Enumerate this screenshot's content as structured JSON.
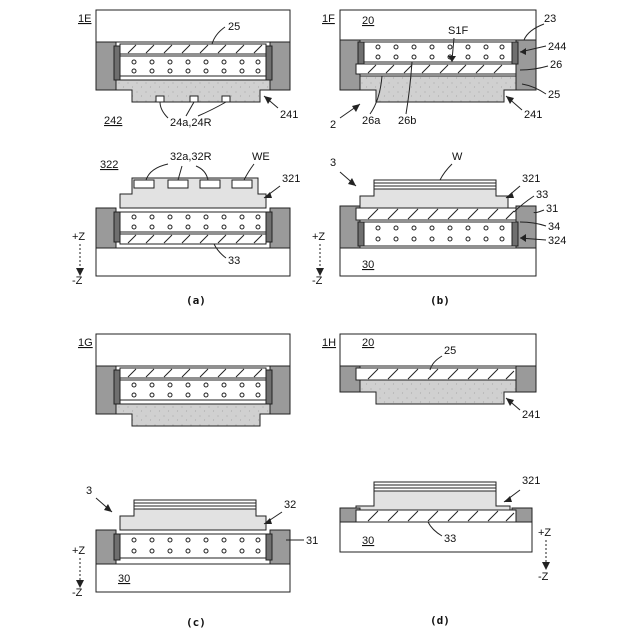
{
  "panels": {
    "a": {
      "caption": "(a)",
      "top_ref": "1E",
      "top_labels": [
        "25",
        "24a,24R",
        "241",
        "242"
      ],
      "bottom_ref": "322",
      "bottom_labels": [
        "32a,32R",
        "WE",
        "321",
        "33"
      ]
    },
    "b": {
      "caption": "(b)",
      "top_ref": "1F",
      "top_labels": [
        "20",
        "S1F",
        "23",
        "244",
        "26",
        "25",
        "2",
        "26a",
        "26b",
        "241"
      ],
      "bottom_ref": "3",
      "bottom_labels": [
        "W",
        "321",
        "33",
        "31",
        "34",
        "324",
        "30"
      ]
    },
    "c": {
      "caption": "(c)",
      "top_ref": "1G",
      "bottom_ref": "3",
      "bottom_labels": [
        "32",
        "31",
        "30"
      ]
    },
    "d": {
      "caption": "(d)",
      "top_ref": "1H",
      "top_labels": [
        "20",
        "25",
        "241"
      ],
      "bottom_labels": [
        "321",
        "30",
        "33"
      ]
    }
  },
  "axis": {
    "plus": "+Z",
    "minus": "-Z"
  },
  "colors": {
    "frame_gray": "#9a9a9a",
    "dark_gray": "#6f6f6f",
    "substrate_light": "#e2e2e2",
    "stroke": "#222222"
  }
}
